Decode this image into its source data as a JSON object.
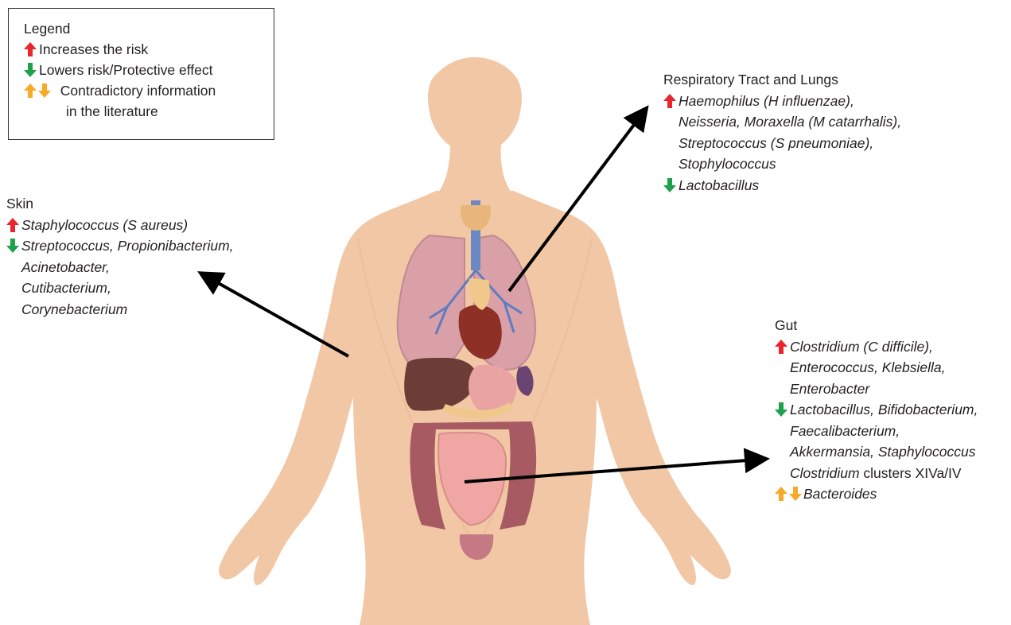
{
  "legend": {
    "title": "Legend",
    "increases": "Increases the risk",
    "lowers": "Lowers risk/Protective effect",
    "contradictory_line1": "Contradictory information",
    "contradictory_line2": "in the literature"
  },
  "colors": {
    "up": "#e8262b",
    "down": "#1ea14a",
    "contradictory": "#f7a928",
    "skin": "#f1c7a5",
    "leader": "#000000"
  },
  "skin": {
    "heading": "Skin",
    "up_lines": [
      "Staphylococcus (S aureus)"
    ],
    "down_lines": [
      "Streptococcus, Propionibacterium,",
      "Acinetobacter,",
      "Cutibacterium,",
      "Corynebacterium"
    ]
  },
  "respiratory": {
    "heading": "Respiratory Tract and Lungs",
    "up_lines": [
      "Haemophilus (H influenzae),",
      "Neisseria, Moraxella (M catarrhalis),",
      "Streptococcus (S pneumoniae),",
      "Stophylococcus"
    ],
    "down_lines": [
      "Lactobacillus"
    ]
  },
  "gut": {
    "heading": "Gut",
    "up_lines": [
      "Clostridium (C difficile),",
      "Enterococcus, Klebsiella,",
      "Enterobacter"
    ],
    "down_lines": [
      "Lactobacillus, Bifidobacterium,",
      "Faecalibacterium,",
      "Akkermansia, Staphylococcus"
    ],
    "clusters_italic": "Clostridium",
    "clusters_plain": " clusters XIVa/IV",
    "mixed_lines": [
      "Bacteroides"
    ]
  }
}
